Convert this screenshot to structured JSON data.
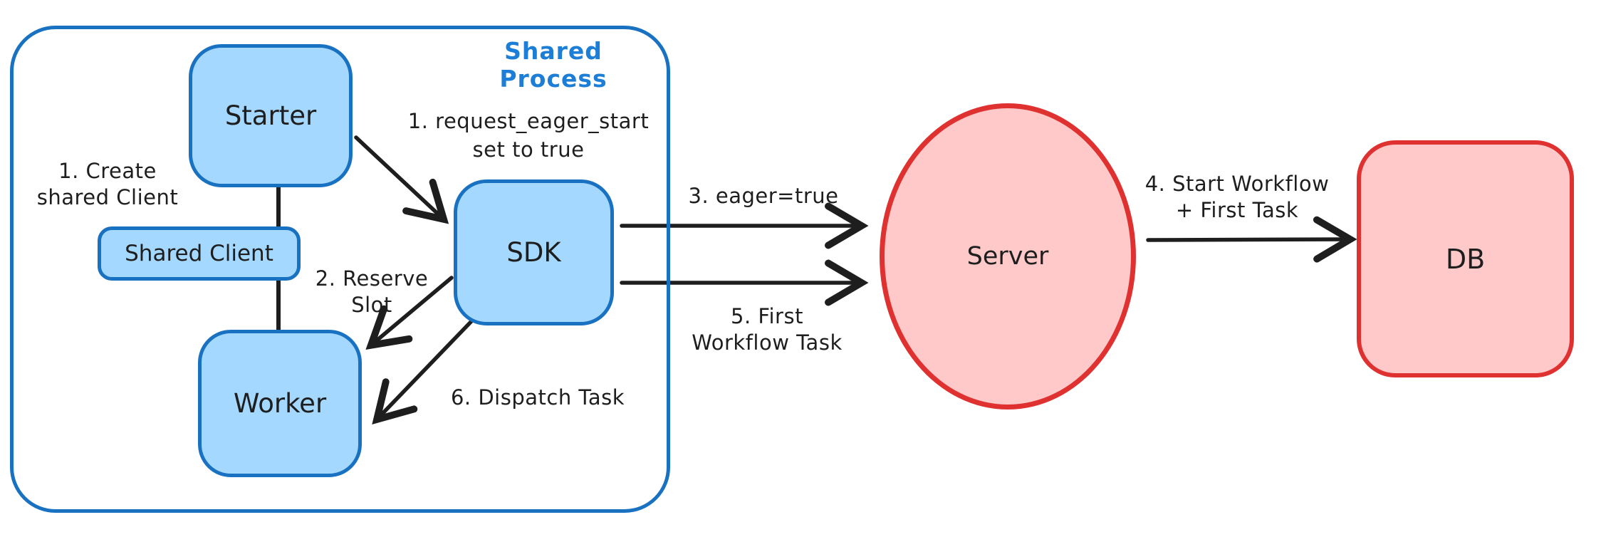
{
  "diagram": {
    "title_region": {
      "label": "Shared Process"
    },
    "nodes": {
      "starter": {
        "label": "Starter"
      },
      "shared_client": {
        "label": "Shared Client"
      },
      "worker": {
        "label": "Worker"
      },
      "sdk": {
        "label": "SDK"
      },
      "server": {
        "label": "Server"
      },
      "db": {
        "label": "DB"
      }
    },
    "annotations": {
      "create_shared_client": {
        "line1": "1. Create",
        "line2": "shared Client"
      },
      "request_eager_start": {
        "line1": "1. request_eager_start",
        "line2": "set to true"
      },
      "reserve_slot": {
        "line1": "2. Reserve",
        "line2": "Slot"
      },
      "eager_true": {
        "line1": "3. eager=true"
      },
      "start_workflow": {
        "line1": "4. Start Workflow",
        "line2": "+ First Task"
      },
      "first_workflow_task": {
        "line1": "5. First",
        "line2": "Workflow Task"
      },
      "dispatch_task": {
        "line1": "6. Dispatch Task"
      }
    },
    "colors": {
      "blue_stroke": "#1971c2",
      "blue_fill": "#a5d8ff",
      "blue_label": "#1c7ed6",
      "red_stroke": "#e03131",
      "red_fill": "#ffc9c9",
      "ink": "#1e1e1e"
    }
  }
}
